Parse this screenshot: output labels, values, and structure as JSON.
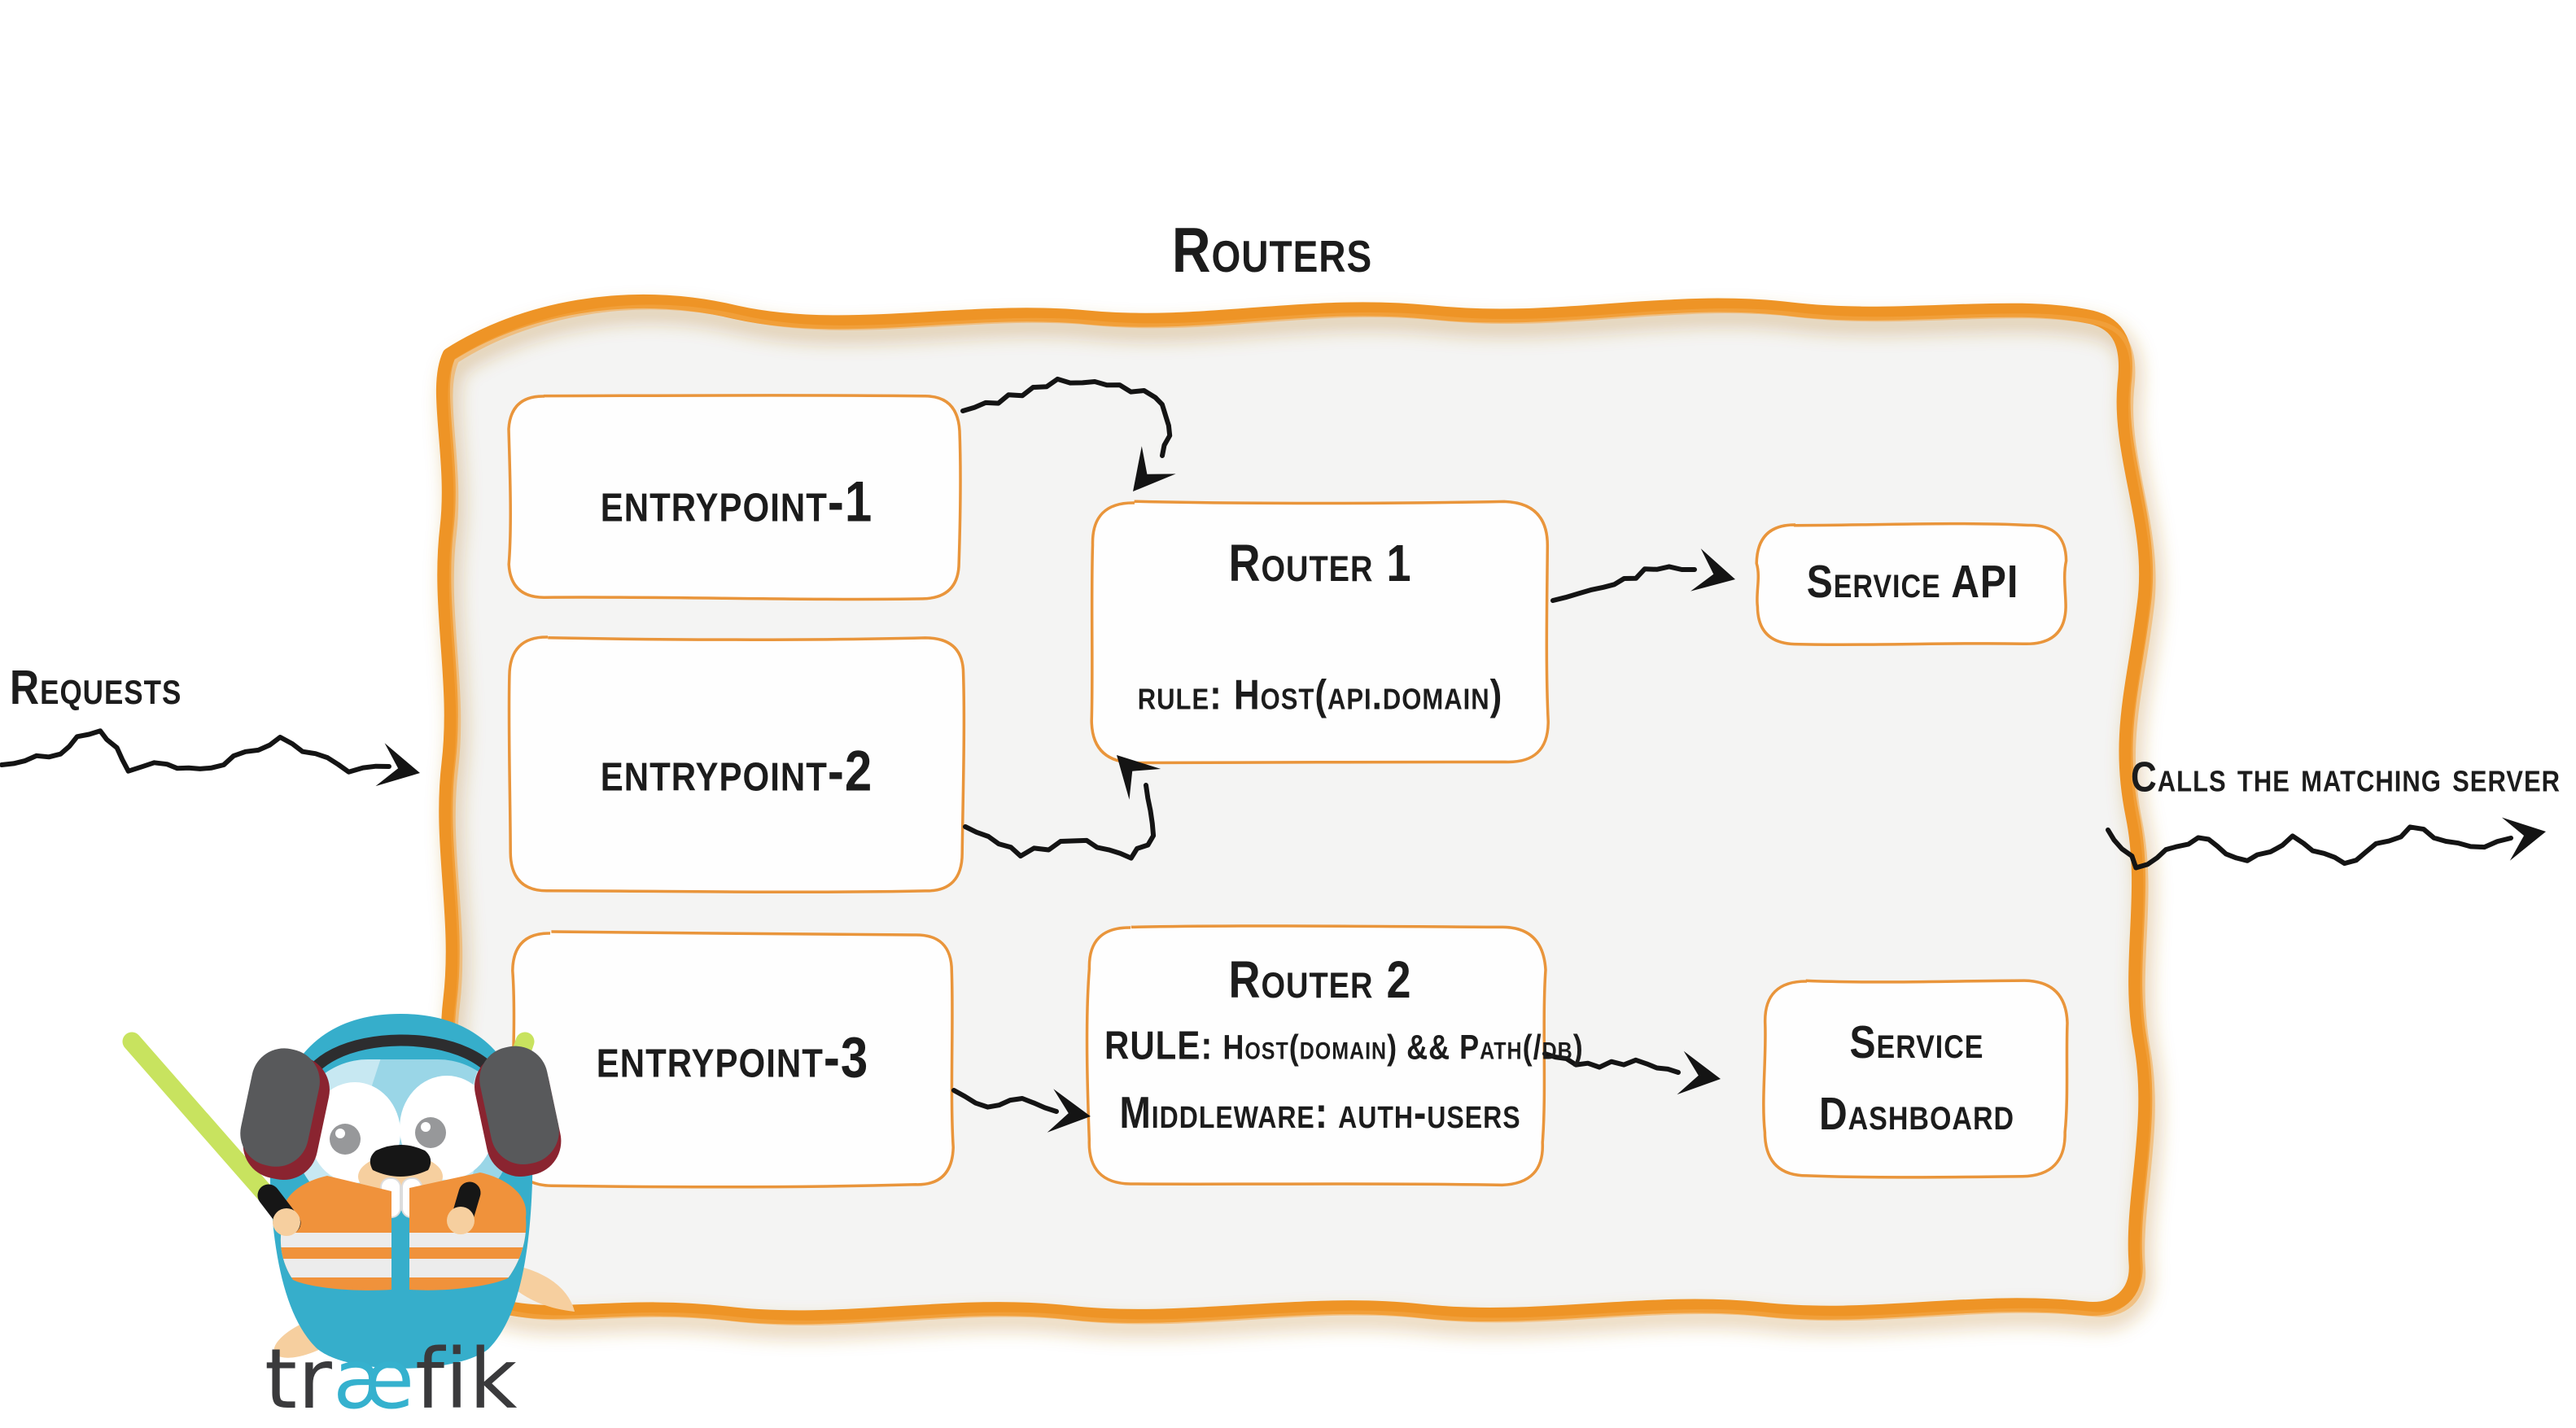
{
  "title": "Routers",
  "labels": {
    "requests": "Requests",
    "calls": "Calls the matching server"
  },
  "entrypoints": [
    {
      "label": "entrypoint-1"
    },
    {
      "label": "entrypoint-2"
    },
    {
      "label": "entrypoint-3"
    }
  ],
  "routers": [
    {
      "title": "Router 1",
      "rule_label": "rule:",
      "rule_value": "Host(api.domain)"
    },
    {
      "title": "Router 2",
      "rule_label": "RULE:",
      "rule_value": "Host(domain) && Path(/db)",
      "middleware_label": "Middleware:",
      "middleware_value": "auth-users"
    }
  ],
  "services": [
    {
      "lines": [
        "Service API"
      ]
    },
    {
      "lines": [
        "Service",
        "Dashboard"
      ]
    }
  ],
  "logo": {
    "pre": "tr",
    "ae": "æ",
    "post": "fik",
    "mascot": "traefik-gopher-mascot"
  },
  "colors": {
    "accent": "#EE9426",
    "box_stroke": "#E9953B",
    "panel_fill": "#F4F4F3",
    "card_fill": "#FEFEFE",
    "ink": "#1C1C1C",
    "arrow_ink": "#141414",
    "gopher_blue": "#36AECB",
    "goggle_tint": "#BCE3F0",
    "vest_orange": "#F0923B",
    "vest_stripe": "#ECECEC",
    "glowstick_green": "#C8E35F",
    "skin_tan": "#F6CF9F",
    "headphone_gray": "#58595B",
    "headphone_red": "#8A2430",
    "logo_dark": "#3A3A3C",
    "logo_teal": "#35B1CE"
  }
}
